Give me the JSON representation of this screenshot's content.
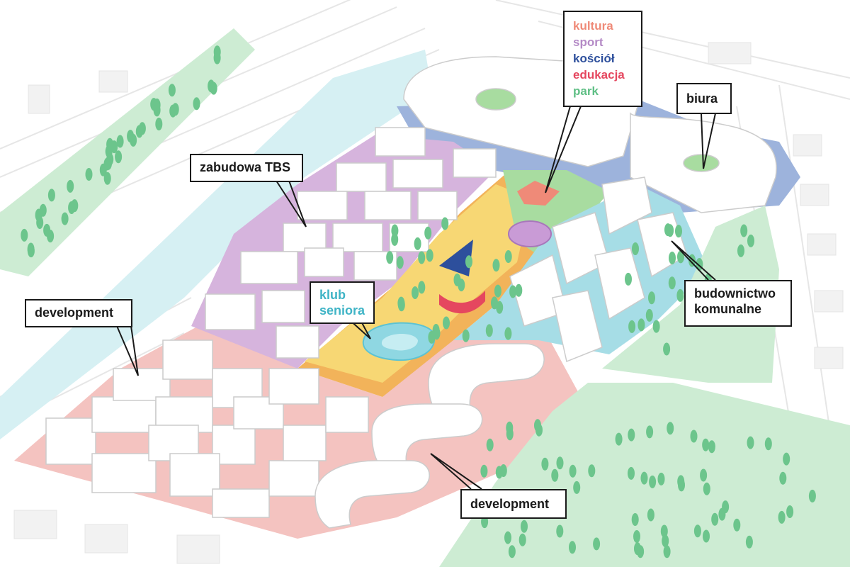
{
  "labels": {
    "zabudowa_tbs": "zabudowa TBS",
    "klub_seniora": [
      "klub",
      "seniora"
    ],
    "development_left": "development",
    "development_bottom": "development",
    "biura": "biura",
    "budownictwo_komunalne": [
      "budownictwo",
      "komunalne"
    ]
  },
  "legend": {
    "items": [
      {
        "label": "kultura",
        "color": "#ef8a78"
      },
      {
        "label": "sport",
        "color": "#b48ac6"
      },
      {
        "label": "kościół",
        "color": "#2d4f9c"
      },
      {
        "label": "edukacja",
        "color": "#e5475f"
      },
      {
        "label": "park",
        "color": "#5fbf85"
      }
    ]
  },
  "colors": {
    "park_green": "#cdecd3",
    "tree_green": "#6cc58c",
    "tbs_purple": "#cfaed8",
    "seniora_cyan": "#8fd7e2",
    "development_pink": "#f4c3c0",
    "plaza_yellow": "#f7d774",
    "plaza_orange": "#f2b35a",
    "office_blue": "#8fa7d6",
    "church_blue": "#2d4f9c",
    "callout_text": "#1a1a1a",
    "klub_text": "#3fb4c6"
  }
}
